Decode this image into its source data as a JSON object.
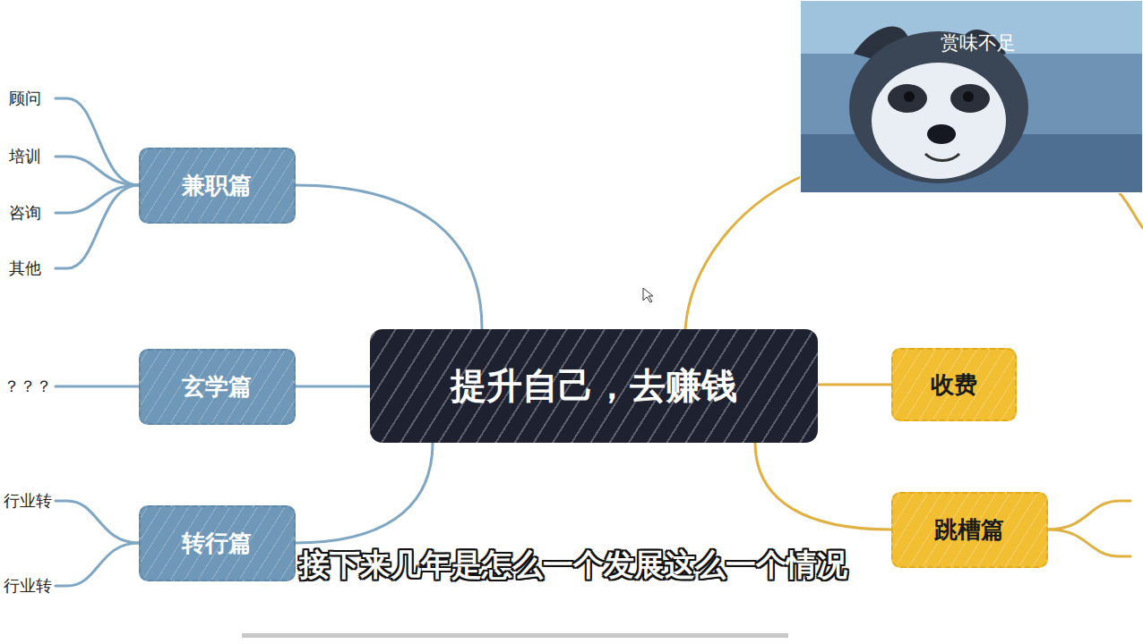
{
  "diagram": {
    "caption": "接下来几年是怎么一个发展这么一个情况",
    "nodes": [
      {
        "text": [
          "提升自己，去赚钱"
        ]
      },
      {
        "text": [
          "兼职篇"
        ]
      },
      {
        "text": [
          "玄学篇"
        ]
      },
      {
        "text": [
          "转行篇"
        ]
      },
      {
        "text": [
          "收费"
        ]
      },
      {
        "text": [
          "跳槽篇"
        ]
      }
    ],
    "edges": [
      {
        "from": 0,
        "to": 1,
        "arrow": "none"
      },
      {
        "from": 0,
        "to": 2,
        "arrow": "none"
      },
      {
        "from": 0,
        "to": 3,
        "arrow": "none"
      },
      {
        "from": 0,
        "to": 4,
        "arrow": "none"
      },
      {
        "from": 0,
        "to": 5,
        "arrow": "none"
      }
    ],
    "labels": [
      "顾问",
      "培训",
      "咨询",
      "其他",
      "？？？",
      "行业转",
      "行业转",
      "赏味不足"
    ]
  }
}
